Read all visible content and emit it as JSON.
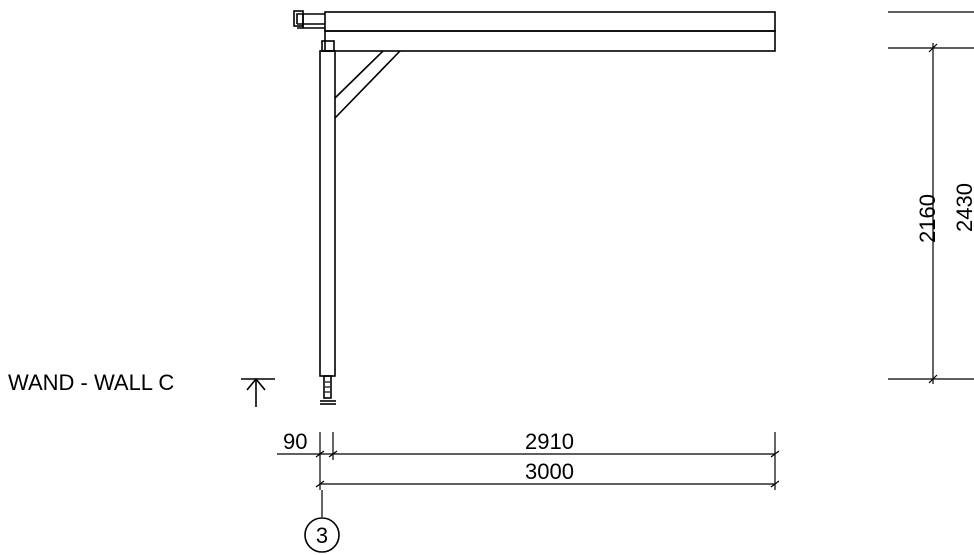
{
  "wall_label": "WAND - WALL C",
  "dimensions": {
    "post_width": "90",
    "beam_span": "2910",
    "total_width": "3000",
    "clear_height": "2160",
    "total_height": "2430"
  },
  "grid_marker": "3"
}
